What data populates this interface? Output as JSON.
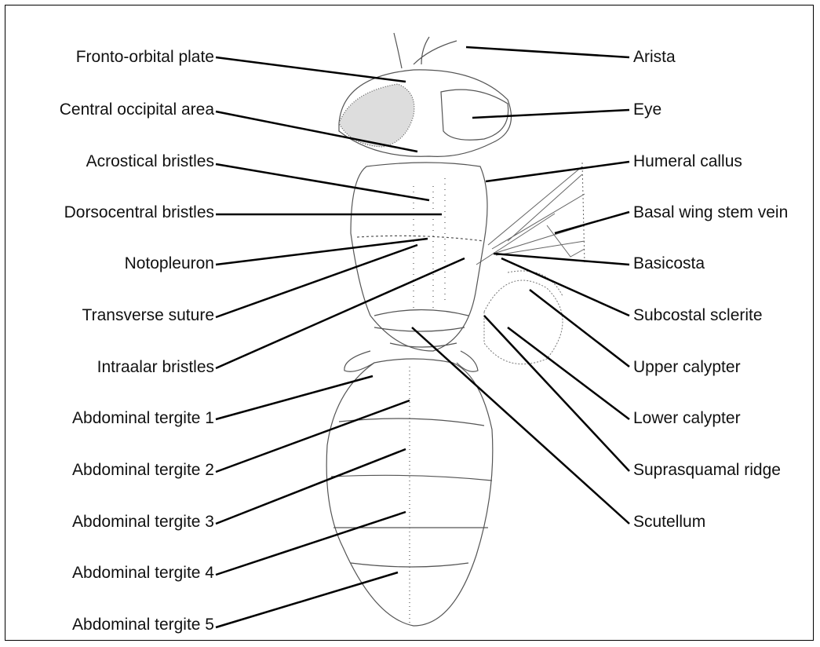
{
  "diagram": {
    "left_labels": [
      "Fronto-orbital plate",
      "Central occipital area",
      "Acrostical bristles",
      "Dorsocentral bristles",
      "Notopleuron",
      "Transverse suture",
      "Intraalar bristles",
      "Abdominal tergite 1",
      "Abdominal tergite 2",
      "Abdominal tergite 3",
      "Abdominal tergite 4",
      "Abdominal tergite 5"
    ],
    "right_labels": [
      "Arista",
      "Eye",
      "Humeral callus",
      "Basal wing stem vein",
      "Basicosta",
      "Subcostal sclerite",
      "Upper calypter",
      "Lower calypter",
      "Suprasquamal ridge",
      "Scutellum"
    ]
  },
  "colors": {
    "line": "#000000",
    "drawing": "#555555",
    "text": "#111111"
  }
}
